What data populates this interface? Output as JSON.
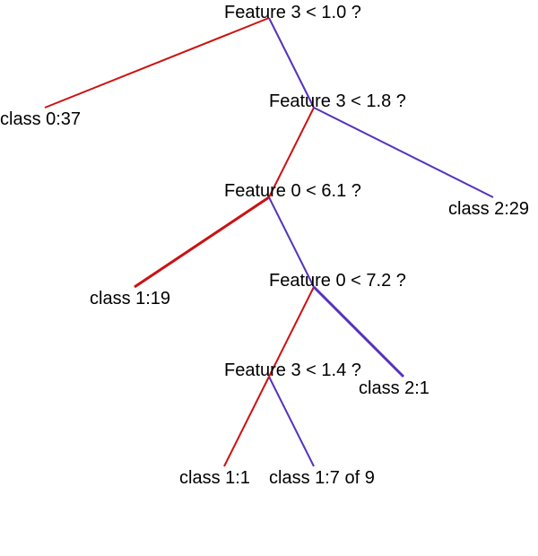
{
  "colors": {
    "left_branch": "#cc1111",
    "right_branch": "#5533bb",
    "text": "#000000",
    "background": "#ffffff"
  },
  "tree": {
    "nodes": [
      {
        "id": "n1",
        "kind": "decision",
        "label": "Feature 3 < 1.0 ?"
      },
      {
        "id": "n2",
        "kind": "leaf",
        "label": "class 0:37"
      },
      {
        "id": "n3",
        "kind": "decision",
        "label": "Feature 3 < 1.8 ?"
      },
      {
        "id": "n4",
        "kind": "decision",
        "label": "Feature 0 < 6.1 ?"
      },
      {
        "id": "n5",
        "kind": "leaf",
        "label": "class 2:29"
      },
      {
        "id": "n6",
        "kind": "leaf",
        "label": "class 1:19"
      },
      {
        "id": "n7",
        "kind": "decision",
        "label": "Feature 0 < 7.2 ?"
      },
      {
        "id": "n8",
        "kind": "decision",
        "label": "Feature 3 < 1.4 ?"
      },
      {
        "id": "n9",
        "kind": "leaf",
        "label": "class 2:1"
      },
      {
        "id": "n10",
        "kind": "leaf",
        "label": "class 1:1"
      },
      {
        "id": "n11",
        "kind": "leaf",
        "label": "class 1:7 of 9"
      }
    ],
    "edges": [
      {
        "from": "n1",
        "to": "n2",
        "branch": "left"
      },
      {
        "from": "n1",
        "to": "n3",
        "branch": "right"
      },
      {
        "from": "n3",
        "to": "n4",
        "branch": "left"
      },
      {
        "from": "n3",
        "to": "n5",
        "branch": "right"
      },
      {
        "from": "n4",
        "to": "n6",
        "branch": "left"
      },
      {
        "from": "n4",
        "to": "n7",
        "branch": "right"
      },
      {
        "from": "n7",
        "to": "n8",
        "branch": "left"
      },
      {
        "from": "n7",
        "to": "n9",
        "branch": "right"
      },
      {
        "from": "n8",
        "to": "n10",
        "branch": "left"
      },
      {
        "from": "n8",
        "to": "n11",
        "branch": "right"
      }
    ]
  }
}
